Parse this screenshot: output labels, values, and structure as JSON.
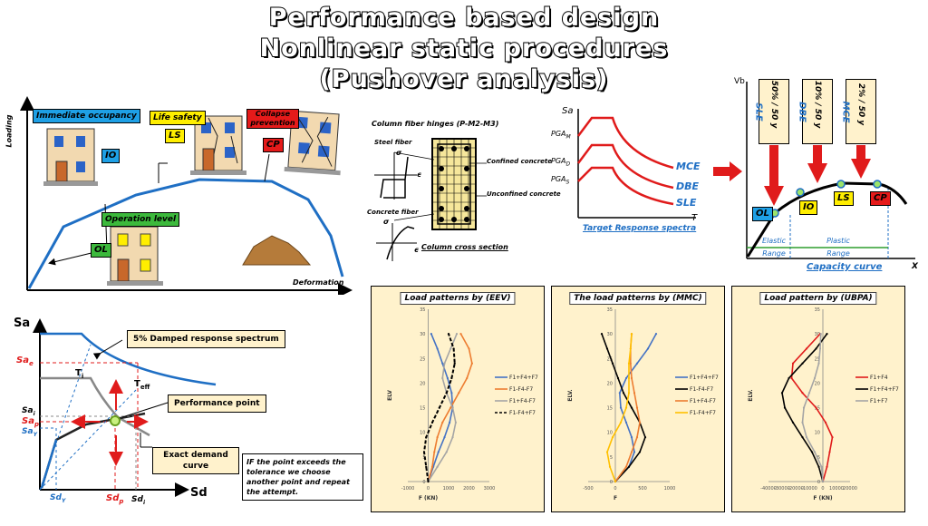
{
  "title": {
    "line1": "Performance based design",
    "line2": "Nonlinear static procedures",
    "line3": "(Pushover analysis)"
  },
  "levels_panel": {
    "y_axis": "Loading",
    "x_axis": "Deformation",
    "immediate_occupancy": "Immediate occupancy",
    "io": "IO",
    "life_safety": "Life safety",
    "ls": "LS",
    "collapse_prevention": "Collapse prevention",
    "cp": "CP",
    "operation_level": "Operation level",
    "ol": "OL"
  },
  "fiber_panel": {
    "title": "Column fiber hinges (P-M2-M3)",
    "steel_fiber": "Steel fiber",
    "concrete_fiber": "Concrete fiber",
    "confined": "Confined concrete",
    "unconfined": "Unconfined concrete",
    "cross_section": "Column cross section",
    "sigma": "σ",
    "epsilon": "ϵ"
  },
  "spectra_panel": {
    "sa": "Sa",
    "pga_m": "PGA",
    "pga_m_sub": "M",
    "pga_d": "PGA",
    "pga_d_sub": "D",
    "pga_s": "PGA",
    "pga_s_sub": "S",
    "mce": "MCE",
    "dbe": "DBE",
    "sle": "SLE",
    "t": "T",
    "caption": "Target Response spectra"
  },
  "capacity_panel": {
    "vb": "Vb",
    "x": "X",
    "sle_prob": "50% / 50 y",
    "sle": "SLE",
    "dbe_prob": "10% / 50 y",
    "dbe": "DBE",
    "mce_prob": "2% / 50 y",
    "mce": "MCE",
    "ol": "OL",
    "io": "IO",
    "ls": "LS",
    "cp": "CP",
    "elastic": "Elastic",
    "elastic_range": "Range",
    "plastic": "Plastic",
    "plastic_range": "Range",
    "caption": "Capacity curve"
  },
  "demand_panel": {
    "sa": "Sa",
    "sd": "Sd",
    "sae": "Sa",
    "sae_sub": "e",
    "sai": "Sa",
    "sai_sub": "i",
    "sap": "Sa",
    "sap_sub": "p",
    "say": "Sa",
    "say_sub": "Y",
    "sdy": "Sd",
    "sdy_sub": "Y",
    "sdp": "Sd",
    "sdp_sub": "p",
    "sdi": "Sd",
    "sdi_sub": "i",
    "ti": "T",
    "ti_sub": "i",
    "teff": "T",
    "teff_sub": "eff",
    "spectrum_label": "5% Damped response spectrum",
    "performance_point": "Performance point",
    "exact_demand": "Exact demand curve",
    "note": "IF the point exceeds the tolerance we choose another point and repeat the attempt."
  },
  "colors": {
    "blue": "#1f6fc4",
    "red": "#e01b1b",
    "panel_bg": "#fff2cc",
    "orange": "#e07a1f",
    "gray": "#9e9e9e",
    "yellow": "#f0c000"
  },
  "chart_data": [
    {
      "type": "line",
      "title": "Load patterns by (EEV)",
      "xlabel": "F (KN)",
      "ylabel": "ELV",
      "xlim": [
        -1000,
        3000
      ],
      "ylim": [
        0,
        35
      ],
      "x_ticks": [
        -1000,
        0,
        1000,
        2000,
        3000
      ],
      "y_ticks": [
        0,
        5,
        10,
        15,
        20,
        25,
        30,
        35
      ],
      "y": [
        0,
        3,
        6,
        9,
        12,
        15,
        18,
        21,
        24,
        27,
        30
      ],
      "series": [
        {
          "name": "F1+F4+F7",
          "color": "#4472c4",
          "dash": false,
          "values": [
            0,
            250,
            500,
            800,
            1050,
            1200,
            1150,
            950,
            700,
            450,
            150
          ]
        },
        {
          "name": "F1-F4-F7",
          "color": "#ed7d31",
          "dash": false,
          "values": [
            0,
            200,
            300,
            450,
            700,
            1100,
            1500,
            1900,
            2150,
            2000,
            1600
          ]
        },
        {
          "name": "F1+F4-F7",
          "color": "#a5a5a5",
          "dash": false,
          "values": [
            0,
            450,
            900,
            1200,
            1350,
            1200,
            900,
            700,
            800,
            1100,
            1400
          ]
        },
        {
          "name": "F1-F4+F7",
          "color": "#000000",
          "dash": true,
          "values": [
            0,
            -100,
            -200,
            -100,
            200,
            550,
            900,
            1150,
            1300,
            1250,
            1000
          ]
        }
      ]
    },
    {
      "type": "line",
      "title": "The load patterns by (MMC)",
      "xlabel": "F",
      "ylabel": "ELV.",
      "xlim": [
        -500,
        1000
      ],
      "ylim": [
        0,
        35
      ],
      "x_ticks": [
        -500,
        0,
        500,
        1000
      ],
      "y_ticks": [
        0,
        5,
        10,
        15,
        20,
        25,
        30,
        35
      ],
      "y": [
        0,
        3,
        6,
        9,
        12,
        15,
        18,
        21,
        24,
        27,
        30
      ],
      "series": [
        {
          "name": "F1+F4+F7",
          "color": "#4472c4",
          "dash": false,
          "values": [
            0,
            250,
            350,
            300,
            200,
            100,
            80,
            200,
            400,
            600,
            750
          ]
        },
        {
          "name": "F1-F4-F7",
          "color": "#000000",
          "dash": false,
          "values": [
            0,
            250,
            450,
            550,
            450,
            300,
            150,
            50,
            -50,
            -150,
            -250
          ]
        },
        {
          "name": "F1+F4-F7",
          "color": "#ed7d31",
          "dash": false,
          "values": [
            0,
            200,
            300,
            400,
            450,
            400,
            350,
            300,
            280,
            280,
            300
          ]
        },
        {
          "name": "F1-F4+F7",
          "color": "#ffc000",
          "dash": false,
          "values": [
            0,
            -100,
            -150,
            -50,
            100,
            200,
            250,
            250,
            250,
            280,
            300
          ]
        }
      ]
    },
    {
      "type": "line",
      "title": "Load pattern by (UBPA)",
      "xlabel": "F (KN)",
      "ylabel": "ELV.",
      "xlim": [
        -40000,
        20000
      ],
      "ylim": [
        0,
        35
      ],
      "x_ticks": [
        -40000,
        -30000,
        -20000,
        -10000,
        0,
        10000,
        20000
      ],
      "y_ticks": [
        0,
        5,
        10,
        15,
        20,
        25,
        30,
        35
      ],
      "y": [
        0,
        3,
        6,
        9,
        12,
        15,
        18,
        21,
        24,
        27,
        30
      ],
      "series": [
        {
          "name": "F1+F4",
          "color": "#e01b1b",
          "dash": false,
          "values": [
            0,
            3000,
            5000,
            7000,
            2000,
            -5000,
            -15000,
            -23000,
            -22000,
            -12000,
            -2000
          ]
        },
        {
          "name": "F1+F4+F7",
          "color": "#000000",
          "dash": false,
          "values": [
            0,
            -3000,
            -8000,
            -15000,
            -22000,
            -28000,
            -30000,
            -25000,
            -15000,
            -5000,
            3000
          ]
        },
        {
          "name": "F1+F7",
          "color": "#a5a5a5",
          "dash": false,
          "values": [
            0,
            -1000,
            -6000,
            -12000,
            -15000,
            -14000,
            -10000,
            -6000,
            -3000,
            -2000,
            -1500
          ]
        }
      ]
    }
  ]
}
